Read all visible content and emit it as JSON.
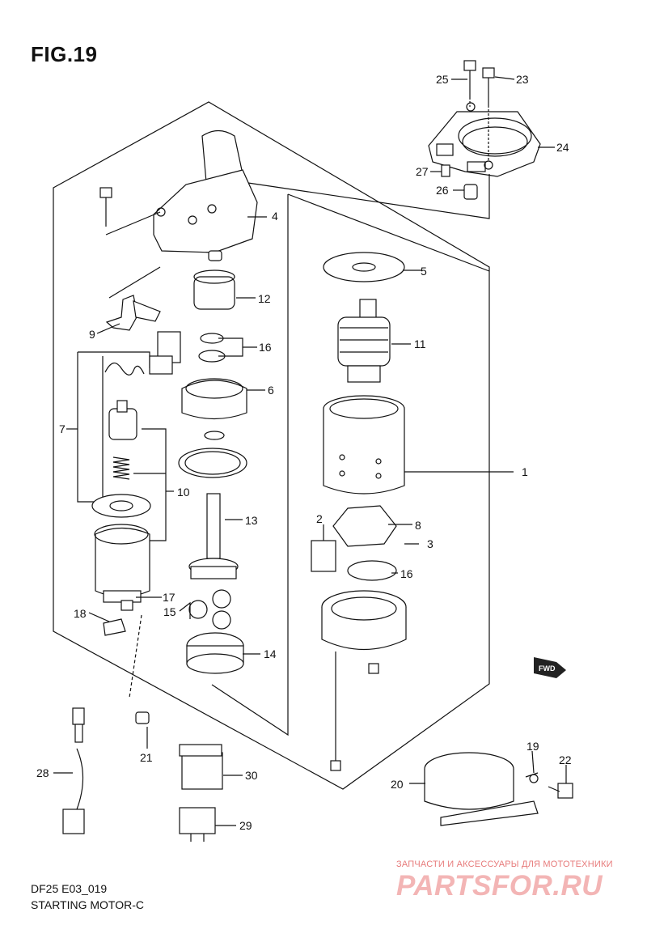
{
  "figure": {
    "title": "FIG.19",
    "model_code": "DF25 E03_019",
    "section_name": "STARTING MOTOR-C"
  },
  "callouts": {
    "c1": "1",
    "c2": "2",
    "c3": "3",
    "c4": "4",
    "c5": "5",
    "c6": "6",
    "c7": "7",
    "c8": "8",
    "c9": "9",
    "c10": "10",
    "c11": "11",
    "c12": "12",
    "c13": "13",
    "c14": "14",
    "c15": "15",
    "c16a": "16",
    "c16b": "16",
    "c17": "17",
    "c18": "18",
    "c19": "19",
    "c20": "20",
    "c21": "21",
    "c22": "22",
    "c23": "23",
    "c24": "24",
    "c25": "25",
    "c26": "26",
    "c27": "27",
    "c28": "28",
    "c29": "29",
    "c30": "30"
  },
  "direction_marker": "FWD",
  "watermark": {
    "subtitle": "ЗАПЧАСТИ И АКСЕССУАРЫ ДЛЯ МОТОТЕХНИКИ",
    "logo": "PARTSFOR.RU"
  }
}
